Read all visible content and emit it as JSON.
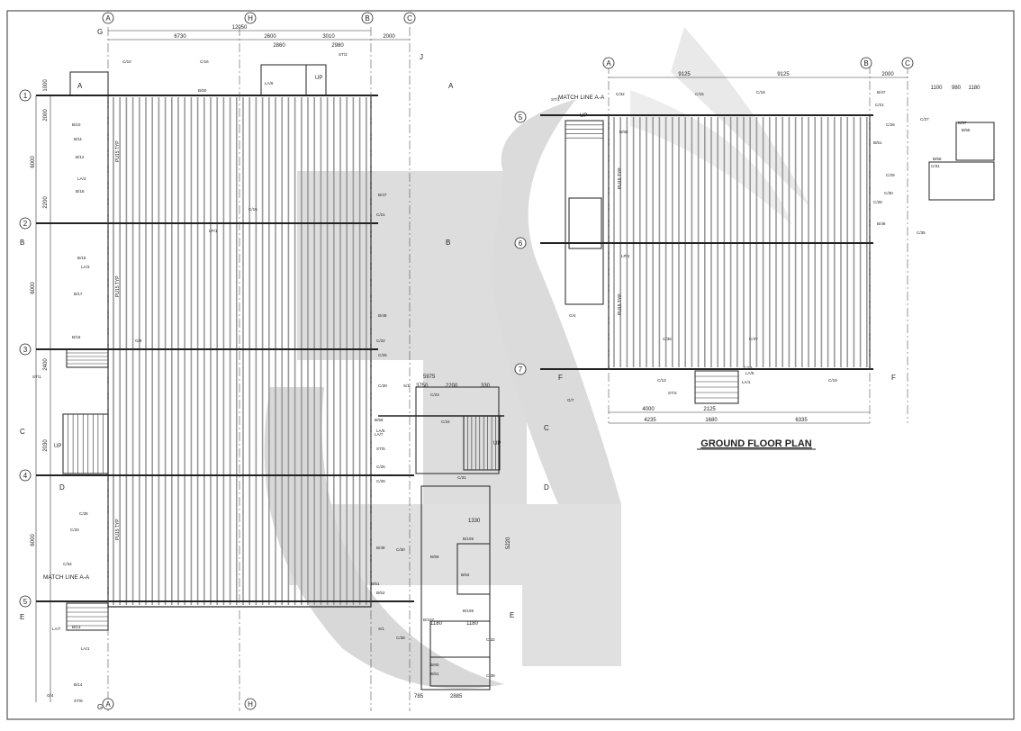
{
  "drawing_title": "GROUND FLOOR PLAN",
  "match_line_label": "MATCH LINE A-A",
  "stair_up_label": "UP",
  "typical_note": "PU15 TYP",
  "left_plan": {
    "grid_cols": [
      "A",
      "H",
      "B",
      "C"
    ],
    "grid_rows": [
      "1",
      "2",
      "3",
      "4",
      "5"
    ],
    "top_dims": [
      "12050",
      "6730",
      "2600",
      "3010",
      "2000",
      "2860",
      "2980"
    ],
    "left_dims": [
      "1000",
      "2000",
      "6000",
      "2200",
      "6000",
      "2400",
      "2030",
      "6000"
    ],
    "section_marks": [
      "A",
      "B",
      "C",
      "D",
      "E",
      "G",
      "J"
    ],
    "member_labels": [
      "C/10",
      "C/16",
      "C/15",
      "C/21",
      "C/22",
      "C/25",
      "C/26",
      "C/28",
      "C/33",
      "C/34",
      "C/35",
      "C/39",
      "B/50",
      "B/51",
      "B/52",
      "B/47",
      "B/48",
      "B/49",
      "B/10",
      "B/11",
      "B/12",
      "B/13",
      "B/14",
      "B/15",
      "B/16",
      "B/17",
      "B/18",
      "LP/1",
      "LA/1",
      "LA/3",
      "LA/4",
      "LA/5",
      "LA/6",
      "LA/7",
      "ST/1",
      "ST/2",
      "ST/5",
      "ST/8",
      "G/4",
      "G/8",
      "S/1"
    ]
  },
  "right_plan": {
    "grid_cols": [
      "A",
      "B",
      "C"
    ],
    "grid_rows": [
      "5",
      "6",
      "7"
    ],
    "top_dims": [
      "9125",
      "9125",
      "2000",
      "1100",
      "980",
      "1180"
    ],
    "bottom_dims": [
      "4000",
      "2125",
      "1680",
      "6335",
      "4235"
    ],
    "section_marks": [
      "F",
      "F"
    ],
    "member_labels": [
      "C/32",
      "C/15",
      "C/16",
      "C/21",
      "C/26",
      "C/27",
      "C/28",
      "C/29",
      "C/30",
      "C/31",
      "C/35",
      "C/36",
      "C/37",
      "B/47",
      "B/48",
      "B/51",
      "B/55",
      "B/56",
      "B/57",
      "B/58",
      "LP/1",
      "LA/1",
      "LA/5",
      "ST/1",
      "ST/4",
      "G/4",
      "G/7",
      "C/13",
      "C/14",
      "C/19"
    ]
  },
  "bottom_plan": {
    "grid_cols": [
      "C",
      "D"
    ],
    "dims": [
      "5975",
      "3750",
      "2200",
      "330",
      "5220",
      "1330",
      "1180",
      "1180",
      "2885",
      "785"
    ],
    "section_marks": [
      "C",
      "D",
      "E"
    ],
    "member_labels": [
      "C/23",
      "C/24",
      "C/30",
      "C/31",
      "C/32",
      "C/38",
      "C/39",
      "B/56",
      "B/59",
      "B/60",
      "B/61",
      "B/64",
      "B/105",
      "B/106",
      "B/107",
      "LA/7",
      "S/1"
    ]
  },
  "colors": {
    "line": "#222222",
    "joist": "#9a9a9a",
    "watermark": "#c9c9c9"
  }
}
